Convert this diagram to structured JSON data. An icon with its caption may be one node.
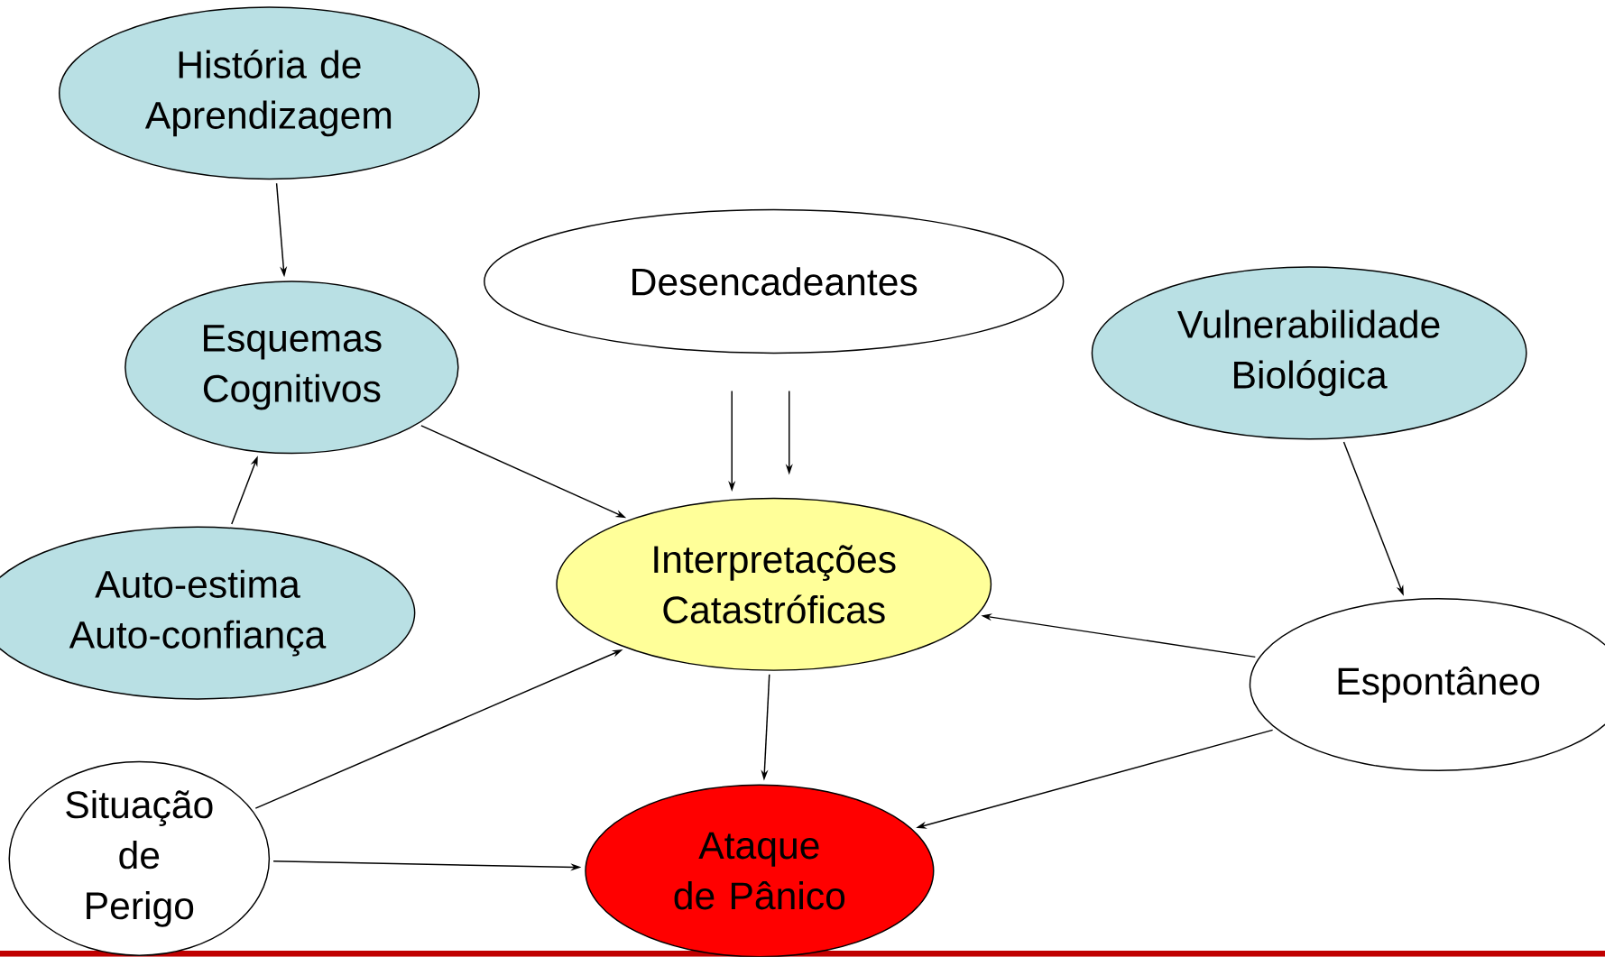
{
  "diagram": {
    "nodes": [
      {
        "text": [
          "História de Aprendizagem"
        ]
      },
      {
        "text": [
          "Esquemas Cognitivos"
        ]
      },
      {
        "text": [
          "Desencadeantes"
        ]
      },
      {
        "text": [
          "Vulnerabilidade Biológica"
        ]
      },
      {
        "text": [
          "Auto-estima Auto-confiança"
        ]
      },
      {
        "text": [
          "Interpretações Catastróficas"
        ]
      },
      {
        "text": [
          "Espontâneo"
        ]
      },
      {
        "text": [
          "Situação de Perigo"
        ]
      },
      {
        "text": [
          "Ataque de Pânico"
        ]
      }
    ],
    "edges": [
      {
        "from": 0,
        "to": 1,
        "arrow": "to"
      },
      {
        "from": 4,
        "to": 1,
        "arrow": "to"
      },
      {
        "from": 1,
        "to": 5,
        "arrow": "to"
      },
      {
        "from": 2,
        "to": 5,
        "arrow": "to"
      },
      {
        "from": 2,
        "to": 5,
        "arrow": "to"
      },
      {
        "from": 3,
        "to": 6,
        "arrow": "to"
      },
      {
        "from": 6,
        "to": 5,
        "arrow": "to"
      },
      {
        "from": 6,
        "to": 8,
        "arrow": "to"
      },
      {
        "from": 5,
        "to": 8,
        "arrow": "to"
      },
      {
        "from": 7,
        "to": 5,
        "arrow": "to"
      },
      {
        "from": 7,
        "to": 8,
        "arrow": "to"
      }
    ]
  }
}
